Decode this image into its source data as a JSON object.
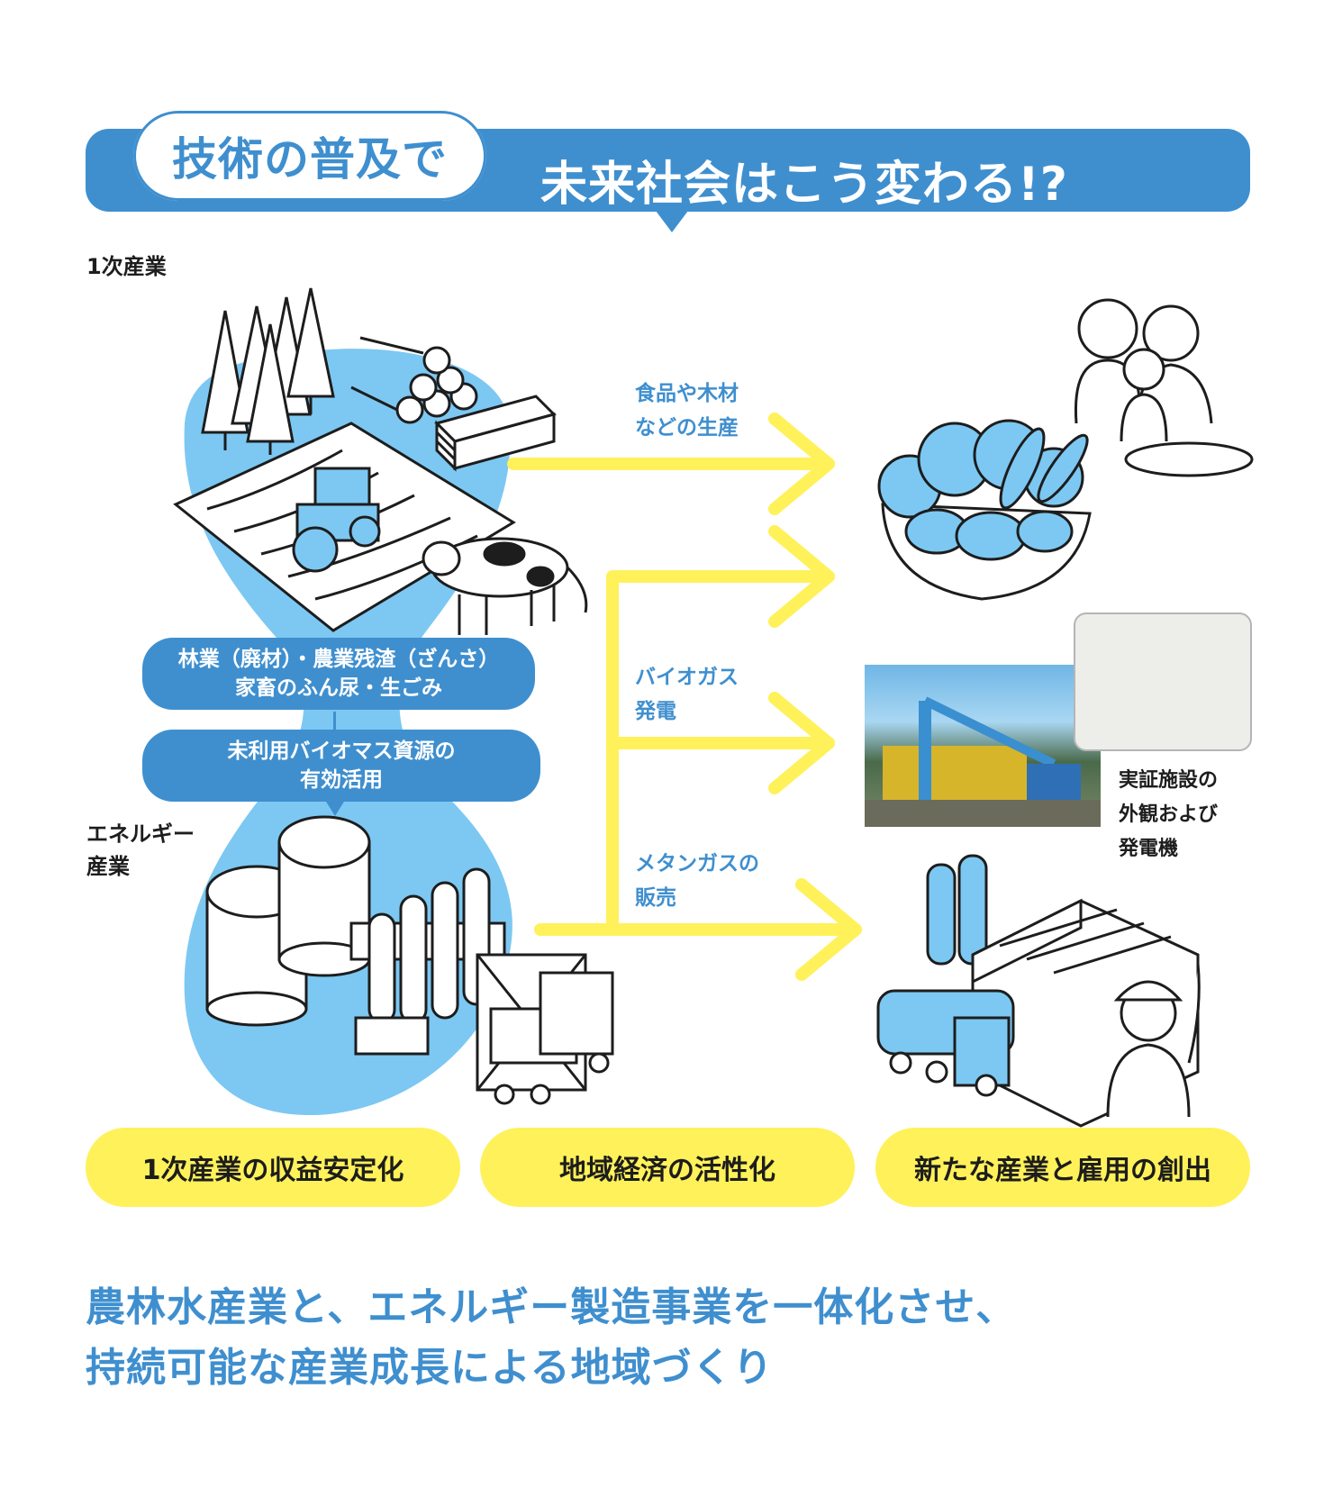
{
  "header": {
    "title_left": "技術の普及で",
    "title_right": "未来社会はこう変わる!?"
  },
  "sections": {
    "primary_industry": "1次産業",
    "energy_industry": [
      "エネルギー",
      "産業"
    ]
  },
  "flow_pills": [
    {
      "lines": [
        "林業（廃材）・農業残渣（ざんさ）",
        "家畜のふん尿・生ごみ"
      ]
    },
    {
      "lines": [
        "未利用バイオマス資源の",
        "有効活用"
      ]
    }
  ],
  "arrow_labels": [
    {
      "lines": [
        "食品や木材",
        "などの生産"
      ]
    },
    {
      "lines": [
        "バイオガス",
        "発電"
      ]
    },
    {
      "lines": [
        "メタンガスの",
        "販売"
      ]
    }
  ],
  "photo_caption": [
    "実証施設の",
    "外観および",
    "発電機"
  ],
  "outcomes": [
    "1次産業の収益安定化",
    "地域経済の活性化",
    "新たな産業と雇用の創出"
  ],
  "bottom_text": [
    "農林水産業と、エネルギー製造事業を一体化させ、",
    "持続可能な産業成長による地域づくり"
  ],
  "colors": {
    "brand_blue": "#3f8fcf",
    "light_blue": "#7cc8f2",
    "yellow": "#fff15a",
    "ink": "#1d1d1d"
  }
}
